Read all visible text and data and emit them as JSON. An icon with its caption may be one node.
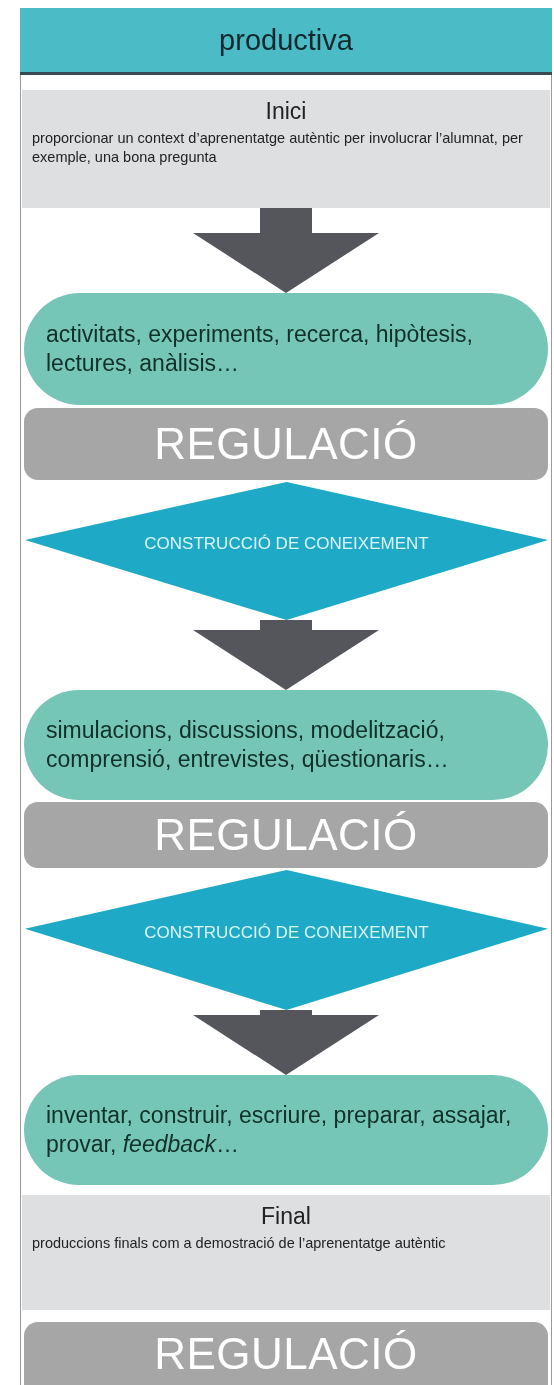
{
  "diagram": {
    "title": "productiva",
    "nodes": [
      {
        "text": [
          "Inici",
          "proporcionar un context d’aprenentatge autèntic per involucrar l’alumnat, per exemple, una bona pregunta"
        ]
      },
      {
        "text": [
          "activitats, experiments, recerca, hipòtesis, lectures, anàlisis…"
        ]
      },
      {
        "text": [
          "REGULACIÓ"
        ]
      },
      {
        "text": [
          "CONSTRUCCIÓ DE CONEIXEMENT"
        ]
      },
      {
        "text": [
          "simulacions, discussions, modelització, comprensió, entrevistes, qüestionaris…"
        ]
      },
      {
        "text": [
          "REGULACIÓ"
        ]
      },
      {
        "text": [
          "CONSTRUCCIÓ DE CONEIXEMENT"
        ]
      },
      {
        "text": [
          "inventar, construir, escriure, preparar, assajar, provar, *feedback*…"
        ]
      },
      {
        "text": [
          "Final",
          "produccions finals com a demostració de l’aprenentatge autèntic"
        ]
      },
      {
        "text": [
          "REGULACIÓ"
        ]
      }
    ],
    "edges": [
      {
        "from": 0,
        "to": 1,
        "arrow": "to"
      },
      {
        "from": 3,
        "to": 4,
        "arrow": "to"
      },
      {
        "from": 6,
        "to": 7,
        "arrow": "to"
      }
    ]
  }
}
